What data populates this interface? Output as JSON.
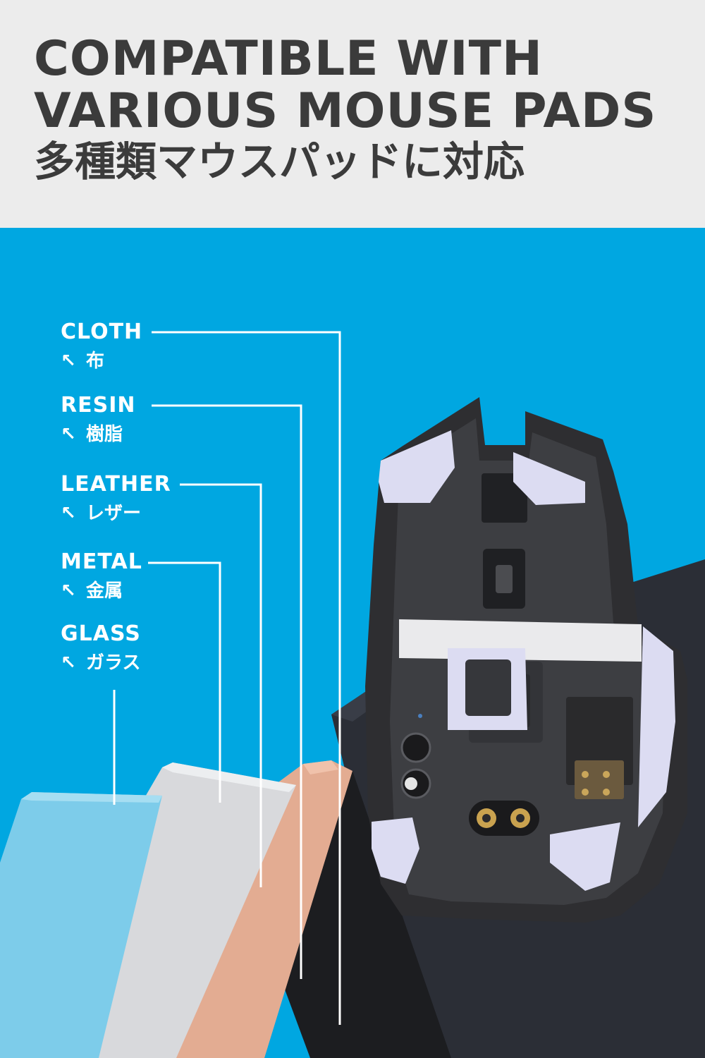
{
  "header": {
    "title_line1": "COMPATIBLE WITH",
    "title_line2": "VARIOUS MOUSE PADS",
    "title_jp": "多種類マウスパッドに対応"
  },
  "pads": [
    {
      "en": "CLOTH",
      "jp": "布",
      "color": "#2b2e36"
    },
    {
      "en": "RESIN",
      "jp": "樹脂",
      "color": "#1e1f22"
    },
    {
      "en": "LEATHER",
      "jp": "レザー",
      "color": "#e3ac92"
    },
    {
      "en": "METAL",
      "jp": "金属",
      "color": "#d8d9dc"
    },
    {
      "en": "GLASS",
      "jp": "ガラス",
      "color": "#7dccea"
    }
  ],
  "colors": {
    "header_bg": "#ececec",
    "headline_text": "#3b3b3b",
    "stage_bg": "#00a7e1",
    "skate_color": "#dcdcf2",
    "mouse_body": "#2e2e31"
  },
  "icons": {
    "label_arrow": "arrow-up-left-icon"
  }
}
